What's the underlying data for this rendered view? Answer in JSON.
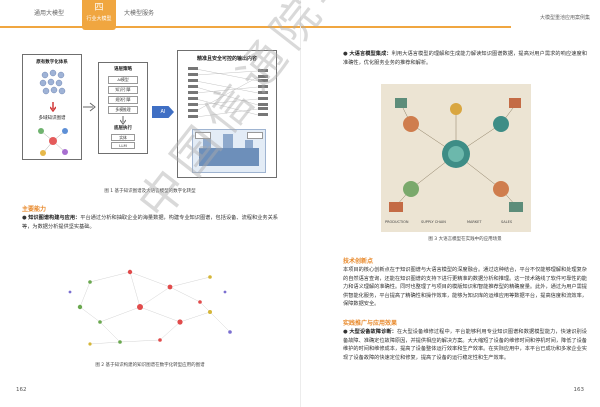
{
  "header": {
    "tabs": [
      "通用大模型",
      "行业大模型",
      "大模型服务"
    ],
    "active_tab_icon": "四",
    "right_title": "大模型重池应用案例集",
    "accent_color": "#f0a640"
  },
  "left_page": {
    "figure1": {
      "box_a_title": "原有数字化体系",
      "box_a_sub": "多域知识图谱",
      "box_b_title": "语层策略",
      "box_b_items": [
        "AI模型",
        "知识引擎",
        "规则引擎",
        "多模推理"
      ],
      "box_b_bottom": "底层执行",
      "box_b_bottom_items": [
        "实体",
        "LLM"
      ],
      "ai_label": "AI",
      "box_c_title": "精准且安全可控的输出内容",
      "caption": "图 1 基于知识图谱及大语言模型的数字化转型"
    },
    "section_title": "主要能力",
    "para1_lead": "知识图谱构建与应用：",
    "para1_body": "平台通过分析和抽取企业的海量数据，构建专业知识图谱，包括设备、流程和业务关系等，为数据分析提供坚实基础。",
    "figure2_caption": "图 2 基于知识构建的知识图谱在数字化转型应用的图谱",
    "page_number": "162"
  },
  "right_page": {
    "para_top_lead": "大语言模型集成：",
    "para_top_body": "利用大语言模型的理解和生成能力解读知识图谱数据，提高对用户需求的响应速度和准确性，优化服务业务的推荐和解析。",
    "figure3_labels": [
      "PRODUCTION",
      "SUPPLY CHAIN",
      "MARKET",
      "SALES"
    ],
    "figure3_caption": "图 3 大语言模型在实践中的应用场景",
    "section1_title": "技术创新点",
    "section1_body": "本项目的核心创新点在于知识图谱与大语言模型的深度融合。通过这种结合，平台不仅能够理解和处理复杂的自然语言查询，还能在知识图谱的支持下进行更精准的数据分析和推理。这一技术路线了软件可靠性的能力和语义理解的准确性。同时也整理了与项目的模版知识和智能推荐型的精确度量。此外，通过为用户需提供智能化服务，平台提高了精确性和操作效率，能够为知识库的运维应用等数据平台，提高信度和流效率，保障数据安全。",
    "section2_title": "实践推广与应用效果",
    "section2_lead": "大型设备故障诊断：",
    "section2_body": "在大型设备维修过程中，平台能够利用专业知识图谱和数据模型能力，快速识别设备故障、准确定位故障原因，并提供相应的解决方案。大大缩短了设备的维修时间和停机时间，降低了设备维护的时间和维修成本，提高了设备整体运行效率和生产效率。在实际应用中，本平台已成功和多家企业实现了设备故障的快速定位和修复，提高了设备的运行稳定性和生产效率。",
    "page_number": "163"
  },
  "watermark": "中国信通院华东分院"
}
